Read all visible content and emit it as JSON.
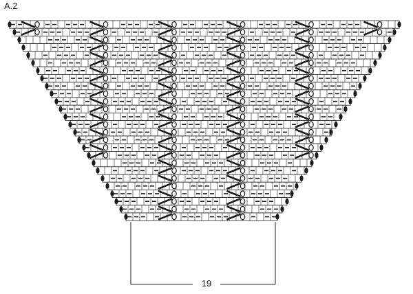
{
  "chart": {
    "title": "A.2",
    "repeat_label": "19"
  },
  "diagram": {
    "type": "knitting-chart",
    "rows": 26,
    "repeat_width_stitches": 19,
    "symbols": [
      "purl-dash",
      "knit-blank",
      "yarn-over-circle",
      "decrease-slash",
      "edge-stitch-oval"
    ],
    "colors": {
      "ink": "#1a1a1a",
      "grid": "#222222",
      "background": "#ffffff"
    }
  }
}
